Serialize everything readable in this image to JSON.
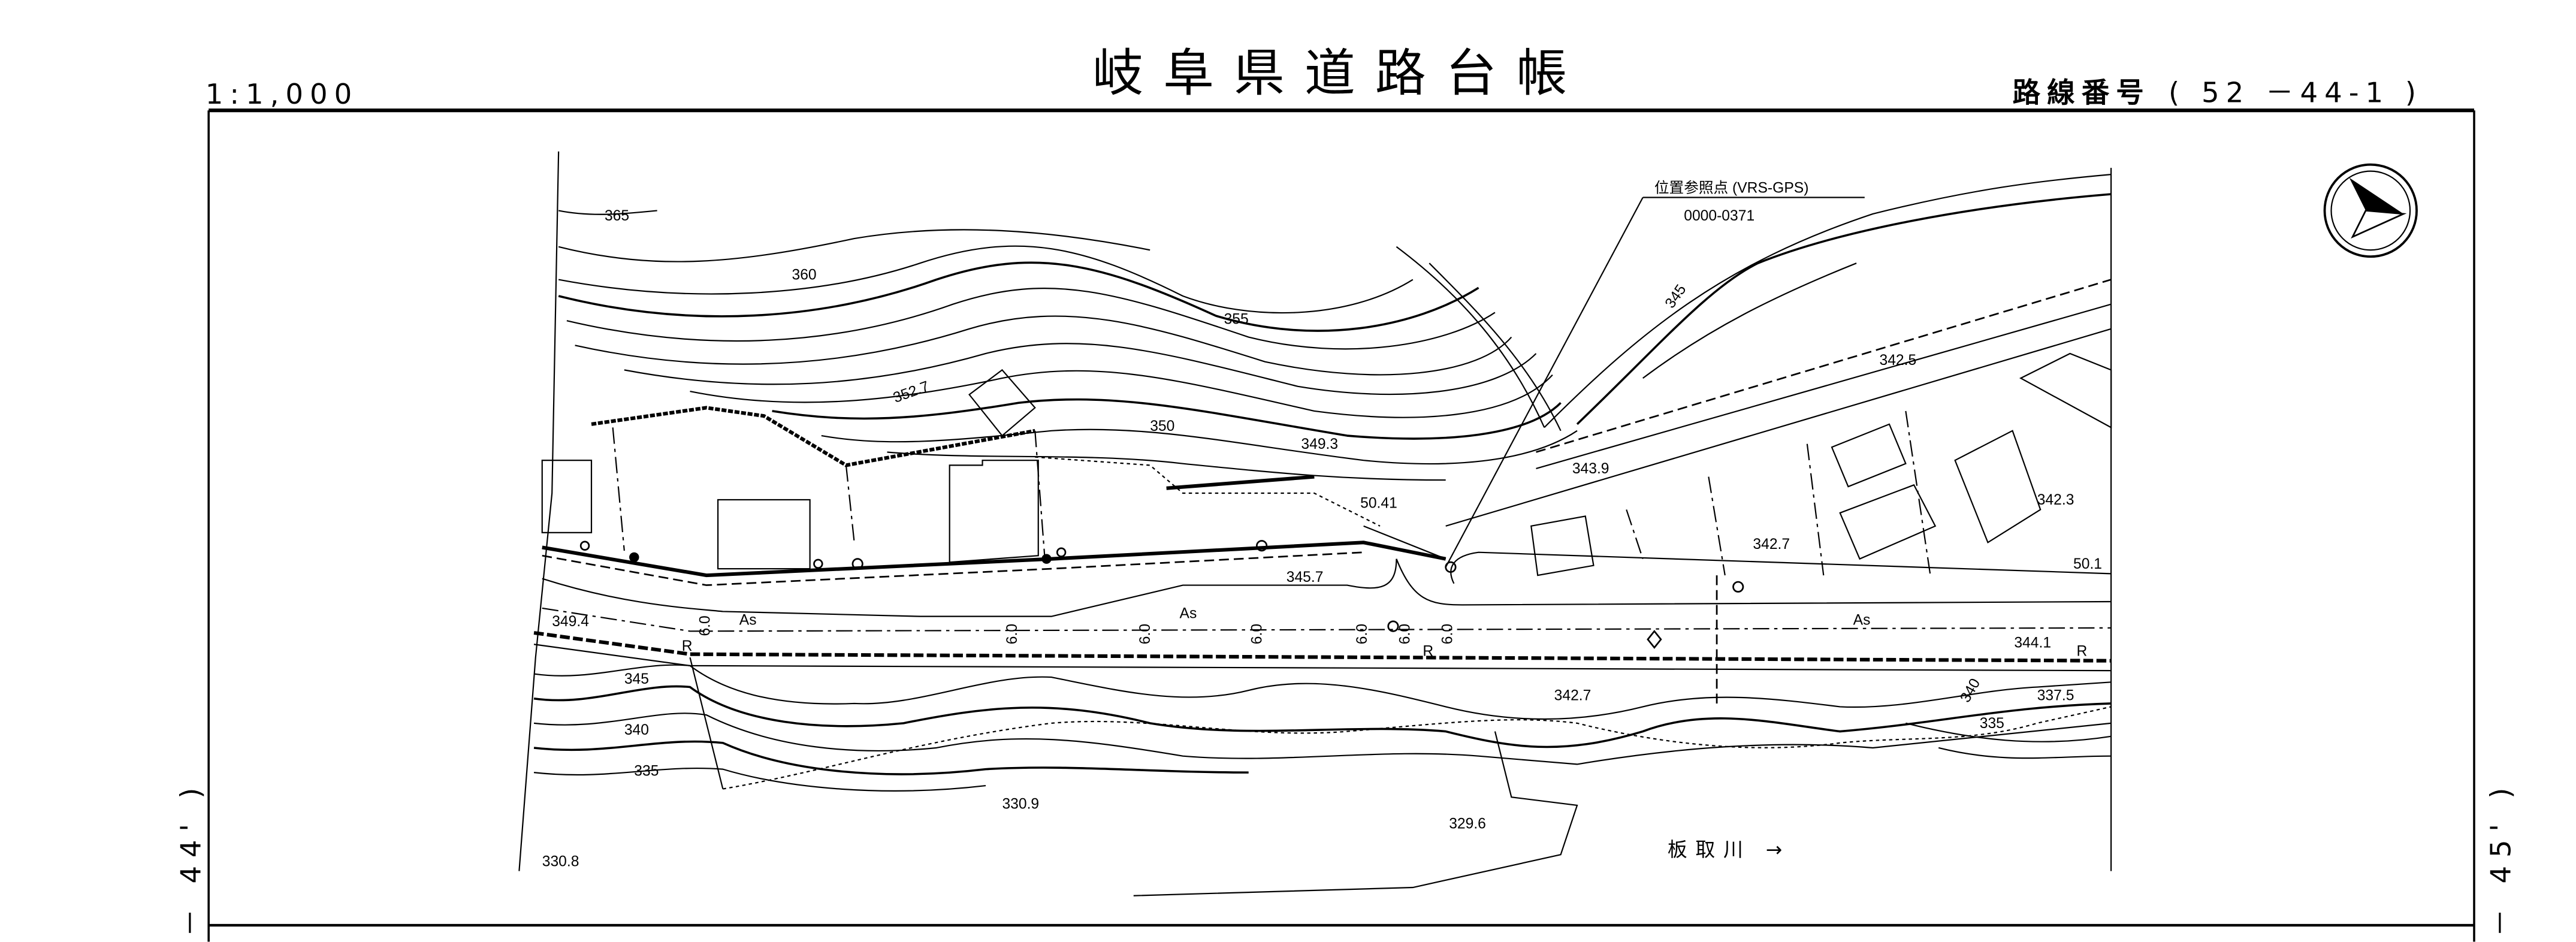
{
  "header": {
    "scale": "1:1,000",
    "title": "岐阜県道路台帳",
    "route_number_label": "路線番号",
    "route_number_value": "( 52 －44-1 )"
  },
  "side_labels": {
    "left": "－ 44' )",
    "right": "－ 45' )"
  },
  "map": {
    "reference_point": {
      "label": "位置参照点 (VRS-GPS)",
      "id": "0000-0371"
    },
    "river_label": "板取川 →",
    "pavement": "As",
    "road_width": "6.0",
    "rail_marker": "R",
    "stations": [
      "50.41",
      "50.1"
    ],
    "contours": [
      "365",
      "360",
      "355",
      "350",
      "345",
      "345",
      "340",
      "335",
      "340",
      "335"
    ],
    "elevations": [
      "352.7",
      "349.3",
      "343.9",
      "342.5",
      "342.3",
      "342.7",
      "345.7",
      "349.4",
      "344.1",
      "342.7",
      "337.5",
      "330.9",
      "329.6",
      "330.8"
    ]
  }
}
